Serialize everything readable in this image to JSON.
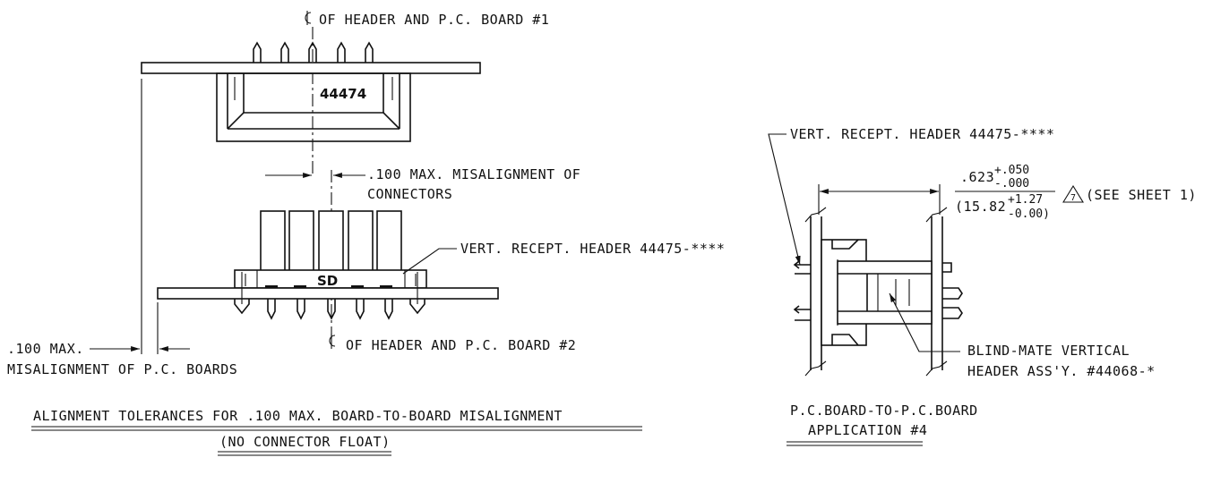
{
  "left_view": {
    "cl_board1": "OF HEADER AND P.C. BOARD #1",
    "part_44474": "44474",
    "misalign_connectors_line1": ".100 MAX. MISALIGNMENT OF",
    "misalign_connectors_line2": "CONNECTORS",
    "vert_header_label": "VERT. RECEPT. HEADER 44475-****",
    "sd_mark": "SD",
    "cl_board2": "OF HEADER AND P.C. BOARD #2",
    "misalign_boards_line1": ".100 MAX.",
    "misalign_boards_line2": "MISALIGNMENT OF P.C. BOARDS",
    "title": "ALIGNMENT TOLERANCES FOR .100 MAX. BOARD-TO-BOARD MISALIGNMENT",
    "subtitle": "(NO CONNECTOR FLOAT)"
  },
  "right_view": {
    "vert_header_label": "VERT. RECEPT. HEADER 44475-****",
    "dim_inch_nominal": ".623",
    "dim_inch_plus": "+.050",
    "dim_inch_minus": "-.000",
    "dim_mm_open": "(15.82",
    "dim_mm_plus": "+1.27",
    "dim_mm_minus": "-0.00)",
    "rev_mark": "7",
    "see_sheet": "(SEE SHEET 1)",
    "blind_mate_line1": "BLIND-MATE VERTICAL",
    "blind_mate_line2": "HEADER ASS'Y. #44068-*",
    "title_line1": "P.C.BOARD-TO-P.C.BOARD",
    "title_line2": "APPLICATION #4"
  }
}
